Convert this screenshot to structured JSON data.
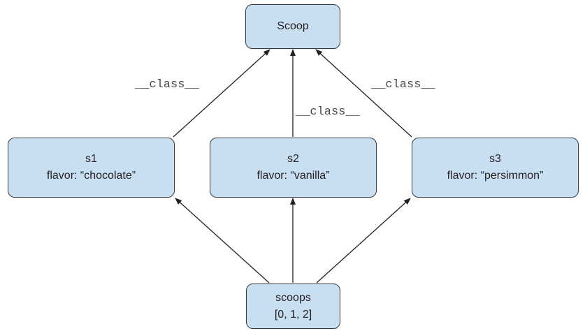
{
  "nodes": {
    "scoop_class": {
      "title": "Scoop"
    },
    "s1": {
      "title": "s1",
      "attr": "flavor: “chocolate”"
    },
    "s2": {
      "title": "s2",
      "attr": "flavor: “vanilla”"
    },
    "s3": {
      "title": "s3",
      "attr": "flavor: “persimmon”"
    },
    "scoops": {
      "title": "scoops",
      "attr": "[0, 1, 2]"
    }
  },
  "edges": [
    {
      "from": "s1",
      "to": "scoop_class",
      "label": "__class__"
    },
    {
      "from": "s2",
      "to": "scoop_class",
      "label": "__class__"
    },
    {
      "from": "s3",
      "to": "scoop_class",
      "label": "__class__"
    },
    {
      "from": "scoops",
      "to": "s1",
      "label": ""
    },
    {
      "from": "scoops",
      "to": "s2",
      "label": ""
    },
    {
      "from": "scoops",
      "to": "s3",
      "label": ""
    }
  ],
  "edge_labels": {
    "left": "__class__",
    "middle": "__class__",
    "right": "__class__"
  }
}
